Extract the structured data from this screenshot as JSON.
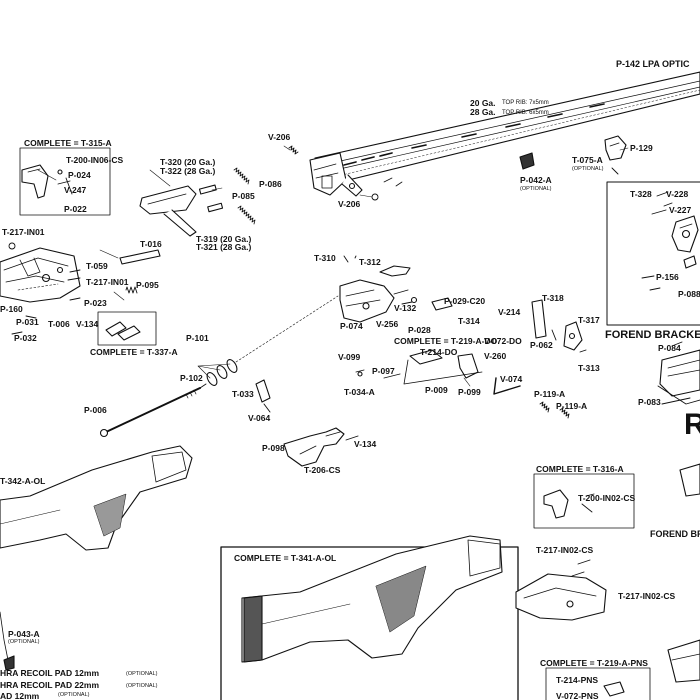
{
  "diagram": {
    "top_right": {
      "barrel": "P-142 LPA OPTIC",
      "ga20": "20 Ga.",
      "rib20": "TOP RIB: 7x5mm",
      "ga28": "28 Ga.",
      "rib28": "TOP RIB: 6x5mm"
    },
    "labels": {
      "v206a": "V-206",
      "v206b": "V-206",
      "p129": "P-129",
      "t075a": "T-075-A",
      "t075a_opt": "(OPTIONAL)",
      "p042a": "P-042-A",
      "p042a_opt": "(OPTIONAL)",
      "t328": "T-328",
      "v228": "V-228",
      "v227": "V-227",
      "p156": "P-156",
      "p088": "P-088",
      "forend_bracket": "FOREND BRACKET",
      "complete_t315a": "COMPLETE = T-315-A",
      "t200in06cs": "T-200-IN06-CS",
      "p024": "P-024",
      "v247": "V-247",
      "p022": "P-022",
      "t320": "T-320 (20 Ga.)",
      "t322": "T-322 (28 Ga.)",
      "p085": "P-085",
      "p086": "P-086",
      "t319": "T-319 (20 Ga.)",
      "t321": "T-321 (28 Ga.)",
      "t217in01a": "T-217-IN01",
      "t016": "T-016",
      "t059": "T-059",
      "t217in01b": "T-217-IN01",
      "p023": "P-023",
      "p095": "P-095",
      "t310": "T-310",
      "t312": "T-312",
      "p160": "P-160",
      "p031": "P-031",
      "t006": "T-006",
      "v134a": "V-134",
      "p032": "P-032",
      "complete_t337a": "COMPLETE = T-337-A",
      "v132": "V-132",
      "p029c20": "P-029-C20",
      "p074": "P-074",
      "v256": "V-256",
      "p028": "P-028",
      "v214": "V-214",
      "t318": "T-318",
      "t314": "T-314",
      "complete_t219ado": "COMPLETE = T-219-A-DO",
      "t214do": "T-214-DO",
      "v072do": "V-072-DO",
      "v260": "V-260",
      "t317": "T-317",
      "p062": "P-062",
      "t313": "T-313",
      "p084": "P-084",
      "p101": "P-101",
      "v099": "V-099",
      "p097": "P-097",
      "t034a": "T-034-A",
      "p009": "P-009",
      "p099": "P-099",
      "v074": "V-074",
      "p102": "P-102",
      "t033": "T-033",
      "p119a1": "P-119-A",
      "p119a2": "P-119-A",
      "p083": "P-083",
      "p006": "P-006",
      "v064": "V-064",
      "p098": "P-098",
      "v134b": "V-134",
      "t206cs": "T-206-CS",
      "t342aol": "T-342-A-OL",
      "complete_t316a": "COMPLETE = T-316-A",
      "t200in02cs": "T-200-IN02-CS",
      "forend_bracket2": "FOREND BRACKET",
      "complete_t341aol": "COMPLETE = T-341-A-OL",
      "t217in02cs_a": "T-217-IN02-CS",
      "t217in02cs_b": "T-217-IN02-CS",
      "p043a": "P-043-A",
      "p043a_opt": "(OPTIONAL)",
      "complete_t219apns": "COMPLETE = T-219-A-PNS",
      "t214pns": "T-214-PNS",
      "v072pns": "V-072-PNS",
      "pad12": "HRA RECOIL PAD 12mm",
      "pad12_opt": "(OPTIONAL)",
      "pad22": "HRA RECOIL PAD 22mm",
      "pad22_opt": "(OPTIONAL)",
      "pad12b": "AD 12mm",
      "pad12b_opt": "(OPTIONAL)",
      "big_letter": "R"
    }
  }
}
